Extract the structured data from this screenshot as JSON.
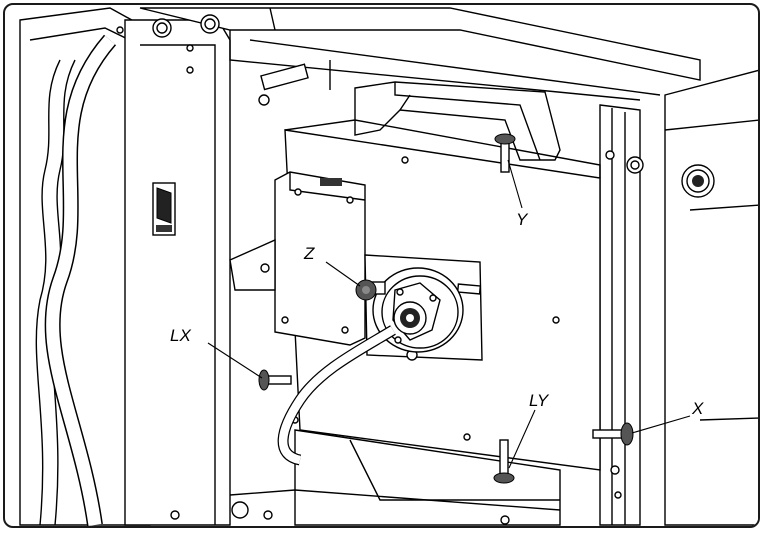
{
  "callouts": {
    "y": "Y",
    "z": "Z",
    "lx": "LX",
    "ly": "LY",
    "x": "X"
  }
}
